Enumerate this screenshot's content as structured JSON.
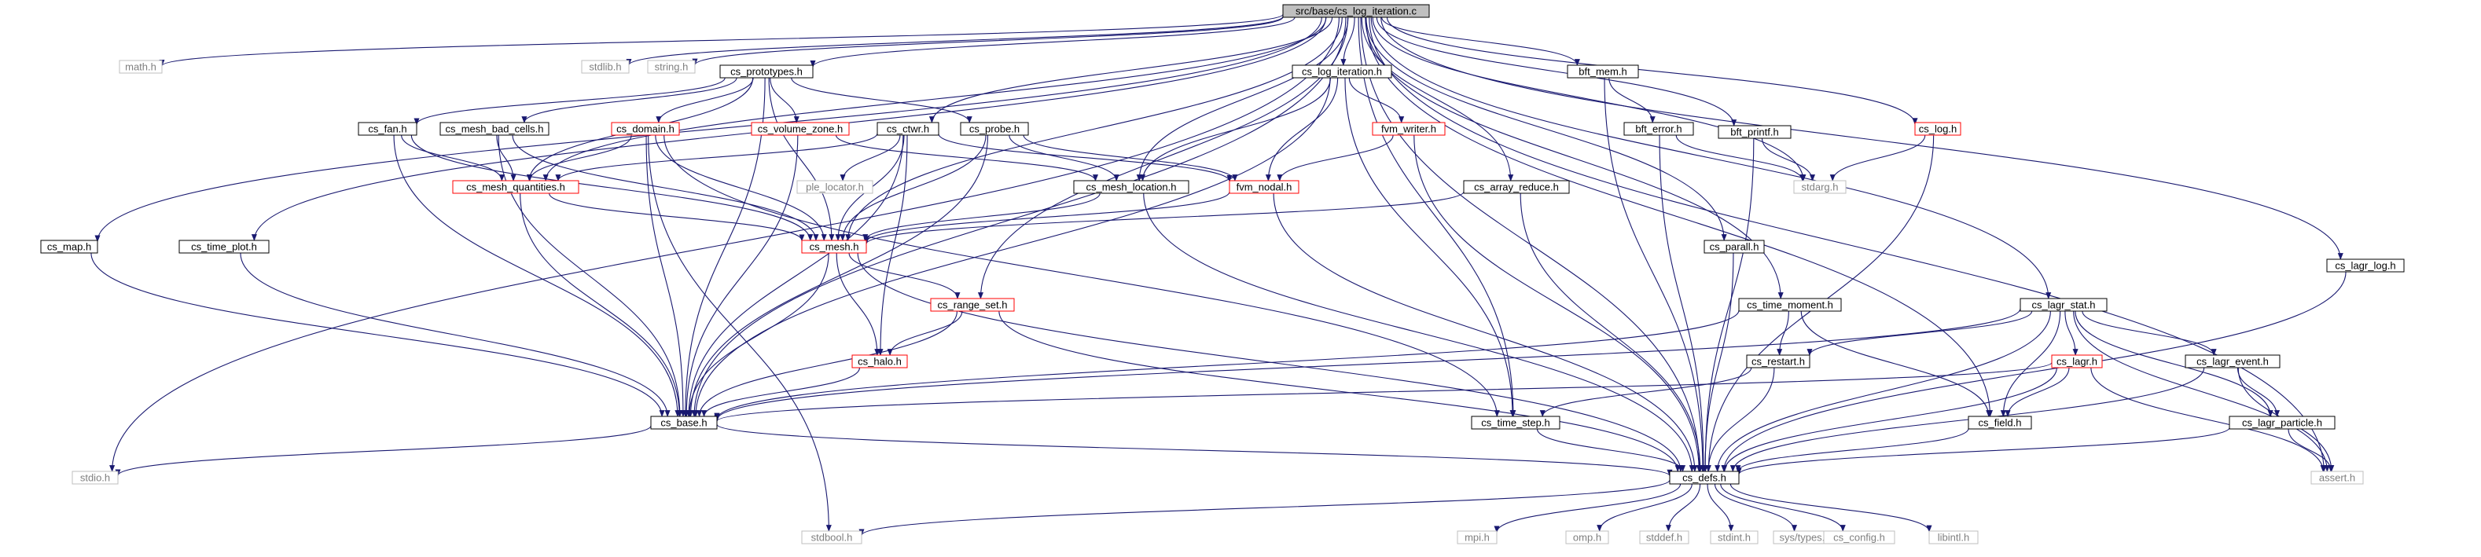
{
  "title": "src/base/cs_log_iteration.c",
  "colors": {
    "root_fill": "#bfbfbf",
    "standard_border": "#000000",
    "expandable_border": "#ff0000",
    "external_border": "#bfbfbf",
    "external_text": "#7f7f7f",
    "edge": "#191970"
  },
  "nodes": [
    {
      "id": "root",
      "label": "src/base/cs_log_iteration.c",
      "kind": "root"
    },
    {
      "id": "math",
      "label": "math.h",
      "kind": "external"
    },
    {
      "id": "stdlib",
      "label": "stdlib.h",
      "kind": "external"
    },
    {
      "id": "string",
      "label": "string.h",
      "kind": "external"
    },
    {
      "id": "prototypes",
      "label": "cs_prototypes.h",
      "kind": "standard"
    },
    {
      "id": "log_iteration",
      "label": "cs_log_iteration.h",
      "kind": "standard"
    },
    {
      "id": "bft_mem",
      "label": "bft_mem.h",
      "kind": "standard"
    },
    {
      "id": "bft_error",
      "label": "bft_error.h",
      "kind": "standard"
    },
    {
      "id": "bft_printf",
      "label": "bft_printf.h",
      "kind": "standard"
    },
    {
      "id": "cs_log",
      "label": "cs_log.h",
      "kind": "expandable"
    },
    {
      "id": "cs_fan",
      "label": "cs_fan.h",
      "kind": "standard"
    },
    {
      "id": "mesh_bad_cells",
      "label": "cs_mesh_bad_cells.h",
      "kind": "standard"
    },
    {
      "id": "cs_domain",
      "label": "cs_domain.h",
      "kind": "expandable"
    },
    {
      "id": "volume_zone",
      "label": "cs_volume_zone.h",
      "kind": "expandable"
    },
    {
      "id": "ctwr",
      "label": "cs_ctwr.h",
      "kind": "standard"
    },
    {
      "id": "probe",
      "label": "cs_probe.h",
      "kind": "standard"
    },
    {
      "id": "fvm_writer",
      "label": "fvm_writer.h",
      "kind": "expandable"
    },
    {
      "id": "mesh_quantities",
      "label": "cs_mesh_quantities.h",
      "kind": "expandable"
    },
    {
      "id": "ple_locator",
      "label": "ple_locator.h",
      "kind": "external"
    },
    {
      "id": "mesh_location",
      "label": "cs_mesh_location.h",
      "kind": "standard"
    },
    {
      "id": "fvm_nodal",
      "label": "fvm_nodal.h",
      "kind": "expandable"
    },
    {
      "id": "array_reduce",
      "label": "cs_array_reduce.h",
      "kind": "standard"
    },
    {
      "id": "stdarg",
      "label": "stdarg.h",
      "kind": "external"
    },
    {
      "id": "cs_map",
      "label": "cs_map.h",
      "kind": "standard"
    },
    {
      "id": "time_plot",
      "label": "cs_time_plot.h",
      "kind": "standard"
    },
    {
      "id": "cs_mesh",
      "label": "cs_mesh.h",
      "kind": "expandable"
    },
    {
      "id": "cs_parall",
      "label": "cs_parall.h",
      "kind": "standard"
    },
    {
      "id": "time_moment",
      "label": "cs_time_moment.h",
      "kind": "standard"
    },
    {
      "id": "lagr_stat",
      "label": "cs_lagr_stat.h",
      "kind": "standard"
    },
    {
      "id": "lagr_log",
      "label": "cs_lagr_log.h",
      "kind": "standard"
    },
    {
      "id": "range_set",
      "label": "cs_range_set.h",
      "kind": "expandable"
    },
    {
      "id": "cs_halo",
      "label": "cs_halo.h",
      "kind": "expandable"
    },
    {
      "id": "cs_restart",
      "label": "cs_restart.h",
      "kind": "standard"
    },
    {
      "id": "cs_lagr",
      "label": "cs_lagr.h",
      "kind": "expandable"
    },
    {
      "id": "lagr_event",
      "label": "cs_lagr_event.h",
      "kind": "standard"
    },
    {
      "id": "cs_base",
      "label": "cs_base.h",
      "kind": "standard"
    },
    {
      "id": "time_step",
      "label": "cs_time_step.h",
      "kind": "standard"
    },
    {
      "id": "cs_field",
      "label": "cs_field.h",
      "kind": "standard"
    },
    {
      "id": "lagr_particle",
      "label": "cs_lagr_particle.h",
      "kind": "standard"
    },
    {
      "id": "stdio",
      "label": "stdio.h",
      "kind": "external"
    },
    {
      "id": "cs_defs",
      "label": "cs_defs.h",
      "kind": "standard"
    },
    {
      "id": "assert",
      "label": "assert.h",
      "kind": "external"
    },
    {
      "id": "stdbool",
      "label": "stdbool.h",
      "kind": "external"
    },
    {
      "id": "mpi",
      "label": "mpi.h",
      "kind": "external"
    },
    {
      "id": "omp",
      "label": "omp.h",
      "kind": "external"
    },
    {
      "id": "stddef",
      "label": "stddef.h",
      "kind": "external"
    },
    {
      "id": "stdint",
      "label": "stdint.h",
      "kind": "external"
    },
    {
      "id": "systypes",
      "label": "sys/types.h",
      "kind": "external"
    },
    {
      "id": "cs_config",
      "label": "cs_config.h",
      "kind": "external"
    },
    {
      "id": "libintl",
      "label": "libintl.h",
      "kind": "external"
    }
  ],
  "edges": [
    [
      "root",
      "math"
    ],
    [
      "root",
      "stdlib"
    ],
    [
      "root",
      "string"
    ],
    [
      "root",
      "prototypes"
    ],
    [
      "root",
      "log_iteration"
    ],
    [
      "root",
      "bft_mem"
    ],
    [
      "root",
      "bft_printf"
    ],
    [
      "root",
      "cs_log"
    ],
    [
      "root",
      "cs_map"
    ],
    [
      "root",
      "time_plot"
    ],
    [
      "root",
      "cs_base"
    ],
    [
      "root",
      "stdio"
    ],
    [
      "root",
      "ctwr"
    ],
    [
      "root",
      "cs_mesh"
    ],
    [
      "root",
      "mesh_location"
    ],
    [
      "root",
      "array_reduce"
    ],
    [
      "root",
      "stdarg"
    ],
    [
      "root",
      "cs_parall"
    ],
    [
      "root",
      "time_moment"
    ],
    [
      "root",
      "lagr_stat"
    ],
    [
      "root",
      "lagr_log"
    ],
    [
      "root",
      "assert"
    ],
    [
      "root",
      "cs_defs"
    ],
    [
      "root",
      "cs_field"
    ],
    [
      "root",
      "time_step"
    ],
    [
      "root",
      "range_set"
    ],
    [
      "root",
      "mesh_quantities"
    ],
    [
      "prototypes",
      "cs_fan"
    ],
    [
      "prototypes",
      "mesh_bad_cells"
    ],
    [
      "prototypes",
      "cs_domain"
    ],
    [
      "prototypes",
      "volume_zone"
    ],
    [
      "prototypes",
      "probe"
    ],
    [
      "prototypes",
      "cs_base"
    ],
    [
      "prototypes",
      "cs_mesh"
    ],
    [
      "prototypes",
      "mesh_quantities"
    ],
    [
      "log_iteration",
      "mesh_location"
    ],
    [
      "log_iteration",
      "fvm_writer"
    ],
    [
      "log_iteration",
      "fvm_nodal"
    ],
    [
      "log_iteration",
      "time_step"
    ],
    [
      "log_iteration",
      "cs_base"
    ],
    [
      "bft_mem",
      "bft_error"
    ],
    [
      "bft_mem",
      "cs_defs"
    ],
    [
      "bft_error",
      "stdarg"
    ],
    [
      "bft_error",
      "cs_defs"
    ],
    [
      "bft_printf",
      "stdarg"
    ],
    [
      "bft_printf",
      "cs_defs"
    ],
    [
      "cs_log",
      "stdarg"
    ],
    [
      "cs_log",
      "cs_defs"
    ],
    [
      "cs_fan",
      "mesh_quantities"
    ],
    [
      "cs_fan",
      "cs_mesh"
    ],
    [
      "cs_fan",
      "cs_base"
    ],
    [
      "mesh_bad_cells",
      "mesh_quantities"
    ],
    [
      "mesh_bad_cells",
      "cs_mesh"
    ],
    [
      "mesh_bad_cells",
      "cs_base"
    ],
    [
      "cs_domain",
      "mesh_quantities"
    ],
    [
      "cs_domain",
      "cs_mesh"
    ],
    [
      "cs_domain",
      "time_step"
    ],
    [
      "cs_domain",
      "cs_base"
    ],
    [
      "cs_domain",
      "stdbool"
    ],
    [
      "volume_zone",
      "mesh_location"
    ],
    [
      "volume_zone",
      "cs_base"
    ],
    [
      "ctwr",
      "ple_locator"
    ],
    [
      "ctwr",
      "mesh_quantities"
    ],
    [
      "ctwr",
      "cs_mesh"
    ],
    [
      "ctwr",
      "cs_halo"
    ],
    [
      "ctwr",
      "fvm_nodal"
    ],
    [
      "ctwr",
      "cs_base"
    ],
    [
      "probe",
      "mesh_location"
    ],
    [
      "probe",
      "fvm_nodal"
    ],
    [
      "probe",
      "cs_mesh"
    ],
    [
      "probe",
      "cs_base"
    ],
    [
      "fvm_writer",
      "fvm_nodal"
    ],
    [
      "fvm_writer",
      "cs_defs"
    ],
    [
      "mesh_quantities",
      "cs_mesh"
    ],
    [
      "mesh_quantities",
      "cs_base"
    ],
    [
      "mesh_location",
      "cs_mesh"
    ],
    [
      "mesh_location",
      "cs_defs"
    ],
    [
      "fvm_nodal",
      "cs_mesh"
    ],
    [
      "fvm_nodal",
      "cs_defs"
    ],
    [
      "array_reduce",
      "cs_mesh"
    ],
    [
      "array_reduce",
      "cs_defs"
    ],
    [
      "cs_map",
      "cs_base"
    ],
    [
      "time_plot",
      "cs_base"
    ],
    [
      "cs_mesh",
      "range_set"
    ],
    [
      "cs_mesh",
      "cs_halo"
    ],
    [
      "cs_mesh",
      "cs_base"
    ],
    [
      "cs_mesh",
      "cs_defs"
    ],
    [
      "cs_parall",
      "cs_defs"
    ],
    [
      "time_moment",
      "cs_restart"
    ],
    [
      "time_moment",
      "cs_field"
    ],
    [
      "time_moment",
      "cs_base"
    ],
    [
      "lagr_stat",
      "cs_lagr"
    ],
    [
      "lagr_stat",
      "lagr_event"
    ],
    [
      "lagr_stat",
      "cs_restart"
    ],
    [
      "lagr_stat",
      "cs_field"
    ],
    [
      "lagr_stat",
      "lagr_particle"
    ],
    [
      "lagr_stat",
      "cs_base"
    ],
    [
      "lagr_stat",
      "cs_defs"
    ],
    [
      "lagr_stat",
      "assert"
    ],
    [
      "lagr_log",
      "cs_defs"
    ],
    [
      "range_set",
      "cs_halo"
    ],
    [
      "range_set",
      "cs_base"
    ],
    [
      "range_set",
      "cs_defs"
    ],
    [
      "cs_halo",
      "cs_base"
    ],
    [
      "cs_restart",
      "time_step"
    ],
    [
      "cs_restart",
      "cs_defs"
    ],
    [
      "cs_lagr",
      "cs_field"
    ],
    [
      "cs_lagr",
      "cs_base"
    ],
    [
      "cs_lagr",
      "cs_defs"
    ],
    [
      "cs_lagr",
      "assert"
    ],
    [
      "lagr_event",
      "lagr_particle"
    ],
    [
      "lagr_event",
      "cs_defs"
    ],
    [
      "lagr_event",
      "assert"
    ],
    [
      "cs_base",
      "stdio"
    ],
    [
      "cs_base",
      "cs_defs"
    ],
    [
      "time_step",
      "cs_defs"
    ],
    [
      "cs_field",
      "cs_defs"
    ],
    [
      "lagr_particle",
      "cs_defs"
    ],
    [
      "lagr_particle",
      "assert"
    ],
    [
      "cs_defs",
      "stdbool"
    ],
    [
      "cs_defs",
      "mpi"
    ],
    [
      "cs_defs",
      "omp"
    ],
    [
      "cs_defs",
      "stddef"
    ],
    [
      "cs_defs",
      "stdint"
    ],
    [
      "cs_defs",
      "systypes"
    ],
    [
      "cs_defs",
      "cs_config"
    ],
    [
      "cs_defs",
      "libintl"
    ]
  ]
}
